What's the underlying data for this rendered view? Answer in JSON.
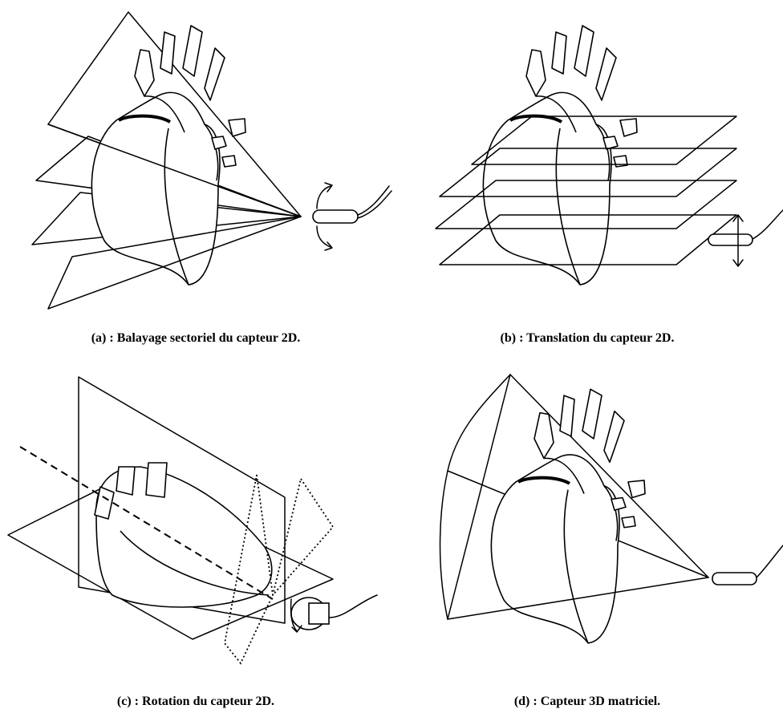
{
  "figure": {
    "panels": [
      {
        "id": "a",
        "caption": "(a) : Balayage sectoriel du capteur 2D."
      },
      {
        "id": "b",
        "caption": "(b) : Translation du capteur 2D."
      },
      {
        "id": "c",
        "caption": "(c) : Rotation du capteur 2D."
      },
      {
        "id": "d",
        "caption": "(d) : Capteur 3D matriciel."
      }
    ]
  }
}
